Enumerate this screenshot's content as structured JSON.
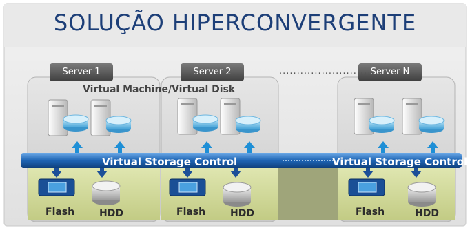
{
  "title": "SOLUÇÃO HIPERCONVERGENTE",
  "servers": [
    {
      "label": "Server 1"
    },
    {
      "label": "Server 2"
    },
    {
      "label": "Server N"
    }
  ],
  "ellipsis": "............................",
  "vm_label": "Virtual Machine/Virtual Disk",
  "storage_control": [
    "Virtual Storage Control",
    "Virtual Storage Control"
  ],
  "devices": {
    "flash": "Flash",
    "hdd": "HDD"
  },
  "colors": {
    "title": "#1d3f78",
    "band": "#1e64b4",
    "storage_tray": "#cfd79a",
    "server_panel": "#d9d9d9"
  }
}
